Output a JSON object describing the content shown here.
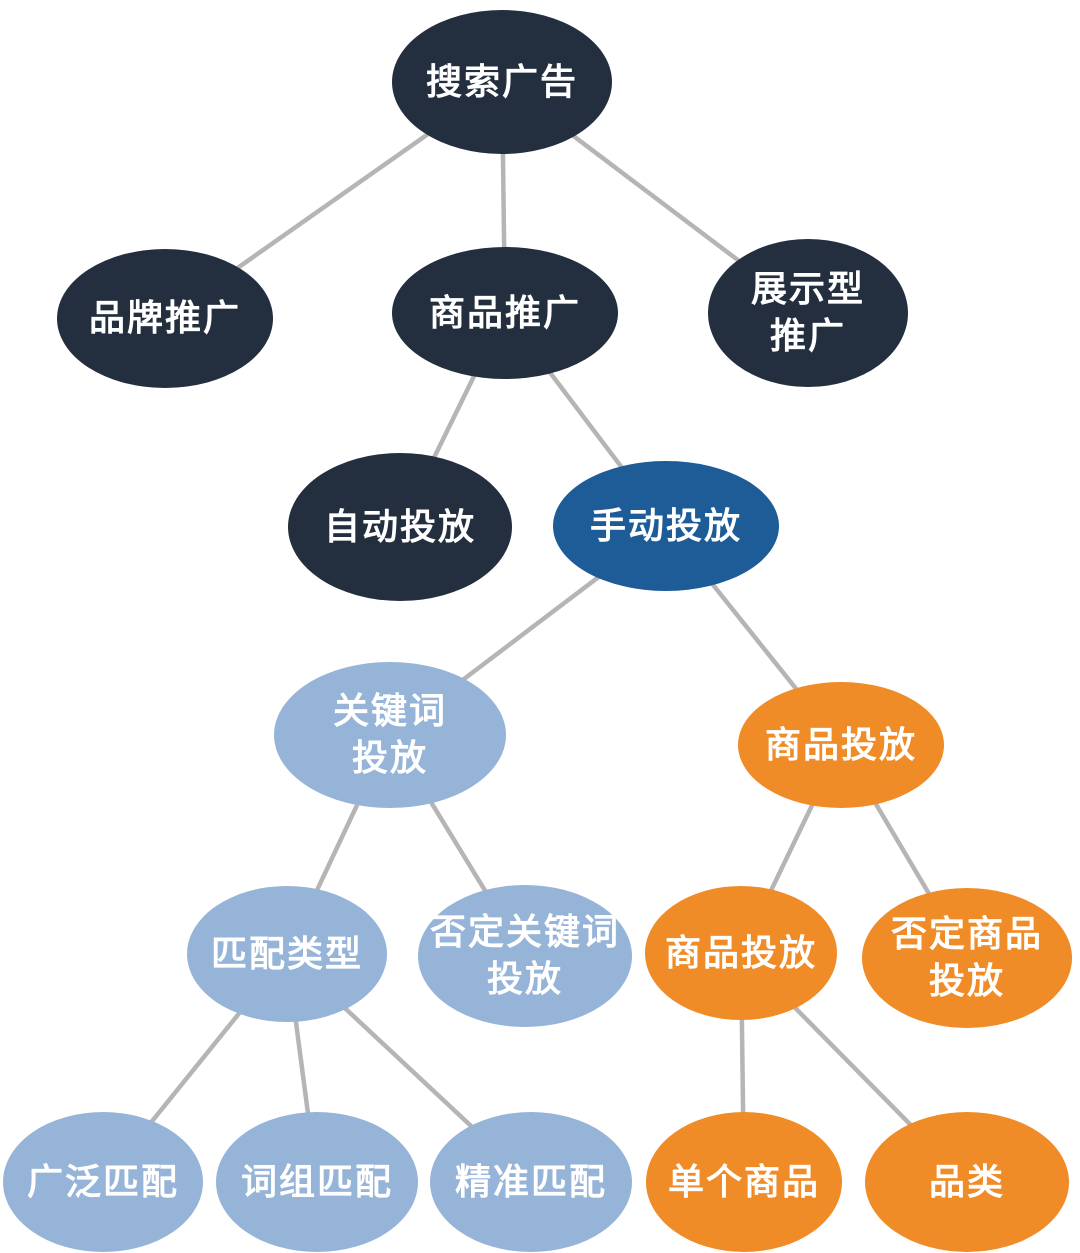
{
  "diagram": {
    "type": "tree",
    "language": "zh-CN",
    "topic": "搜索广告"
  },
  "colors": {
    "dark_navy": "#232F3E",
    "medium_blue": "#1E5C97",
    "light_blue": "#95B4D8",
    "orange": "#F08C28",
    "connector_gray": "#B5B5B5",
    "node_text": "#FFFFFF",
    "background": "#FFFFFF"
  },
  "nodes": {
    "search_ads": {
      "label": "搜索广告",
      "color_key": "dark_navy",
      "level": 1
    },
    "brand_promotion": {
      "label": "品牌推广",
      "color_key": "dark_navy",
      "level": 2
    },
    "product_promotion": {
      "label": "商品推广",
      "color_key": "dark_navy",
      "level": 2
    },
    "display_promotion": {
      "label": "展示型\n推广",
      "color_key": "dark_navy",
      "level": 2
    },
    "auto_targeting": {
      "label": "自动投放",
      "color_key": "dark_navy",
      "level": 3
    },
    "manual_targeting": {
      "label": "手动投放",
      "color_key": "medium_blue",
      "level": 3
    },
    "keyword_targeting": {
      "label": "关键词\n投放",
      "color_key": "light_blue",
      "level": 4
    },
    "product_targeting": {
      "label": "商品投放",
      "color_key": "orange",
      "level": 4
    },
    "match_types": {
      "label": "匹配类型",
      "color_key": "light_blue",
      "level": 5
    },
    "negative_keyword_targeting": {
      "label": "否定关键词\n投放",
      "color_key": "light_blue",
      "level": 5
    },
    "product_targeting_sub": {
      "label": "商品投放",
      "color_key": "orange",
      "level": 5
    },
    "negative_product_targeting": {
      "label": "否定商品\n投放",
      "color_key": "orange",
      "level": 5
    },
    "broad_match": {
      "label": "广泛匹配",
      "color_key": "light_blue",
      "level": 6
    },
    "phrase_match": {
      "label": "词组匹配",
      "color_key": "light_blue",
      "level": 6
    },
    "exact_match": {
      "label": "精准匹配",
      "color_key": "light_blue",
      "level": 6
    },
    "individual_products": {
      "label": "单个商品",
      "color_key": "orange",
      "level": 6
    },
    "category": {
      "label": "品类",
      "color_key": "orange",
      "level": 6
    }
  },
  "edges": [
    {
      "from": "search_ads",
      "to": "brand_promotion"
    },
    {
      "from": "search_ads",
      "to": "product_promotion"
    },
    {
      "from": "search_ads",
      "to": "display_promotion"
    },
    {
      "from": "product_promotion",
      "to": "auto_targeting"
    },
    {
      "from": "product_promotion",
      "to": "manual_targeting"
    },
    {
      "from": "manual_targeting",
      "to": "keyword_targeting"
    },
    {
      "from": "manual_targeting",
      "to": "product_targeting"
    },
    {
      "from": "keyword_targeting",
      "to": "match_types"
    },
    {
      "from": "keyword_targeting",
      "to": "negative_keyword_targeting"
    },
    {
      "from": "product_targeting",
      "to": "product_targeting_sub"
    },
    {
      "from": "product_targeting",
      "to": "negative_product_targeting"
    },
    {
      "from": "match_types",
      "to": "broad_match"
    },
    {
      "from": "match_types",
      "to": "phrase_match"
    },
    {
      "from": "match_types",
      "to": "exact_match"
    },
    {
      "from": "product_targeting_sub",
      "to": "individual_products"
    },
    {
      "from": "product_targeting_sub",
      "to": "category"
    }
  ]
}
